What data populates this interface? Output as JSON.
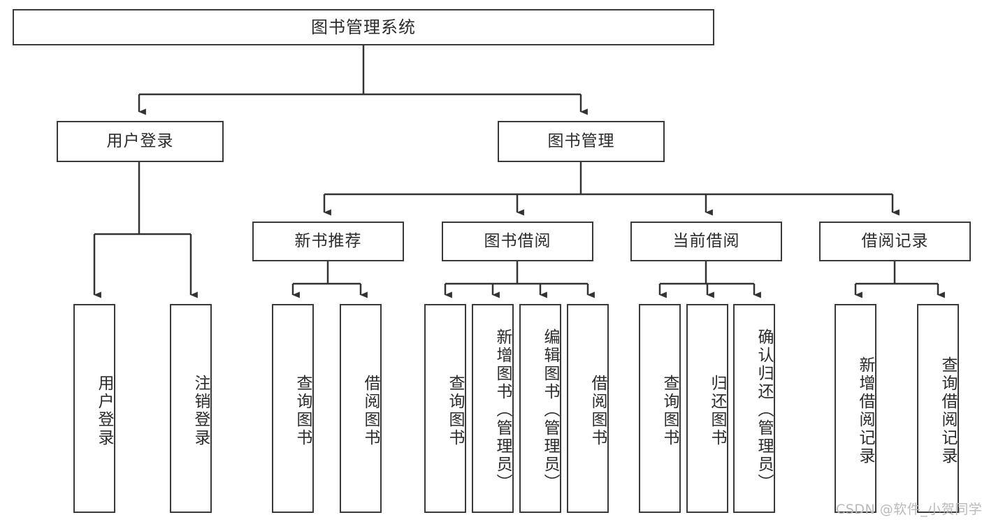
{
  "diagram": {
    "title": "图书管理系统",
    "type": "功能结构图",
    "watermark": "CSDN @软件_小贺同学",
    "colors": {
      "box_border": "#3a3a3a",
      "box_fill": "#ffffff",
      "text": "#2b2b2b",
      "edge": "#333333",
      "watermark": "#b9b9b9",
      "background": "#ffffff"
    },
    "nodes": {
      "root": {
        "label": "图书管理系统",
        "level": 0
      },
      "user_login": {
        "label": "用户登录",
        "level": 1
      },
      "book_manage": {
        "label": "图书管理",
        "level": 1
      },
      "new_book_rec": {
        "label": "新书推荐",
        "level": 2
      },
      "book_borrow": {
        "label": "图书借阅",
        "level": 2
      },
      "current_borrow": {
        "label": "当前借阅",
        "level": 2
      },
      "borrow_record": {
        "label": "借阅记录",
        "level": 2
      },
      "leaf_user_login": {
        "label": "用户登录",
        "level": 2
      },
      "leaf_user_logout": {
        "label": "注销登录",
        "level": 2
      },
      "leaf_query_book_1": {
        "label": "查询图书",
        "level": 3
      },
      "leaf_borrow_book_1": {
        "label": "借阅图书",
        "level": 3
      },
      "leaf_query_book_2": {
        "label": "查询图书",
        "level": 3
      },
      "leaf_add_book": {
        "label": "新增图书（管理员）",
        "level": 3
      },
      "leaf_edit_book": {
        "label": "编辑图书（管理员）",
        "level": 3
      },
      "leaf_borrow_book_2": {
        "label": "借阅图书",
        "level": 3
      },
      "leaf_query_book_3": {
        "label": "查询图书",
        "level": 3
      },
      "leaf_return_book": {
        "label": "归还图书",
        "level": 3
      },
      "leaf_confirm_return": {
        "label": "确认归还（管理员）",
        "level": 3
      },
      "leaf_add_record": {
        "label": "新增借阅记录",
        "level": 3
      },
      "leaf_query_record": {
        "label": "查询借阅记录",
        "level": 3
      }
    },
    "hierarchy": [
      {
        "label": "图书管理系统",
        "children": [
          {
            "label": "用户登录",
            "children": [
              {
                "label": "用户登录"
              },
              {
                "label": "注销登录"
              }
            ]
          },
          {
            "label": "图书管理",
            "children": [
              {
                "label": "新书推荐",
                "children": [
                  {
                    "label": "查询图书"
                  },
                  {
                    "label": "借阅图书"
                  }
                ]
              },
              {
                "label": "图书借阅",
                "children": [
                  {
                    "label": "查询图书"
                  },
                  {
                    "label": "新增图书（管理员）"
                  },
                  {
                    "label": "编辑图书（管理员）"
                  },
                  {
                    "label": "借阅图书"
                  }
                ]
              },
              {
                "label": "当前借阅",
                "children": [
                  {
                    "label": "查询图书"
                  },
                  {
                    "label": "归还图书"
                  },
                  {
                    "label": "确认归还（管理员）"
                  }
                ]
              },
              {
                "label": "借阅记录",
                "children": [
                  {
                    "label": "新增借阅记录"
                  },
                  {
                    "label": "查询借阅记录"
                  }
                ]
              }
            ]
          }
        ]
      }
    ]
  }
}
